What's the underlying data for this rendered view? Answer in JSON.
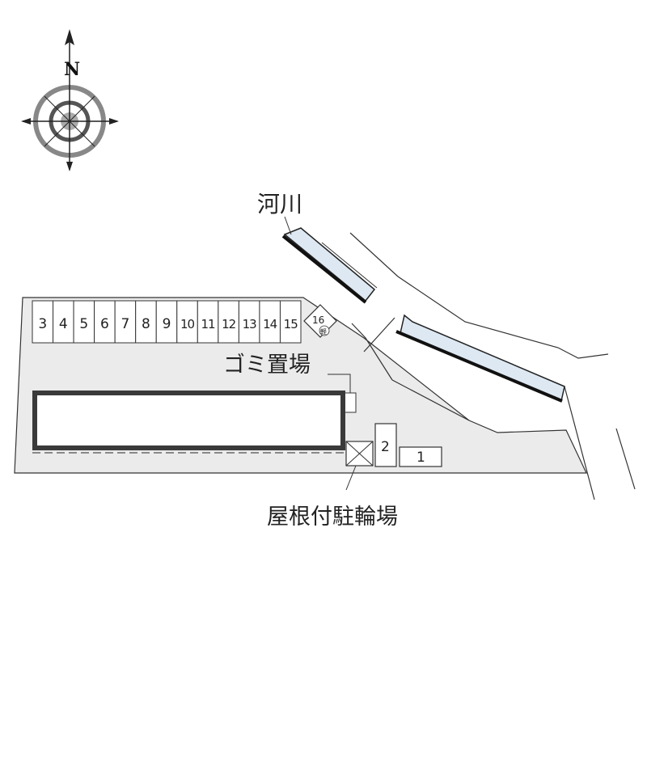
{
  "compass": {
    "north_label": "N",
    "icon": "compass-rose-icon"
  },
  "labels": {
    "river": "河川",
    "garbage": "ゴミ置場",
    "bicycle_parking": "屋根付駐輪場"
  },
  "parking": {
    "row_spaces": [
      "3",
      "4",
      "5",
      "6",
      "7",
      "8",
      "9",
      "10",
      "11",
      "12",
      "13",
      "14",
      "15"
    ],
    "diamond_space": "16",
    "diamond_mark": "軽",
    "lower_spaces": [
      "2",
      "1"
    ]
  },
  "colors": {
    "site_fill": "#ebebeb",
    "river_fill": "#dde8f2",
    "outline": "#333333",
    "building_border": "#3a3a3a"
  }
}
